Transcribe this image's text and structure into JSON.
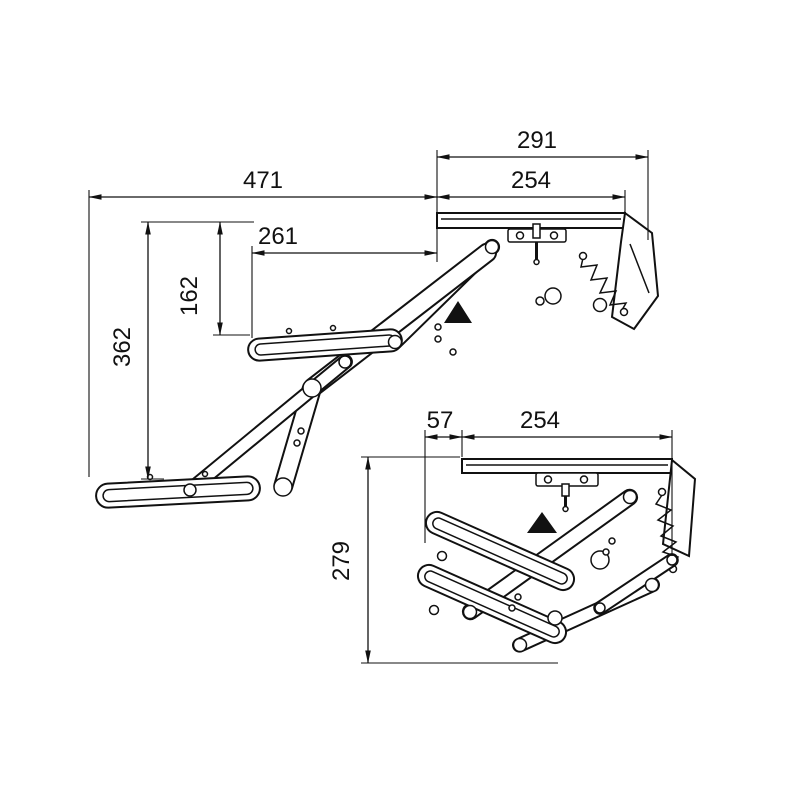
{
  "drawing": {
    "type": "technical-drawing",
    "subject": "folding double-step mechanism, extended view and folded view",
    "line_color": "#111111",
    "background_color": "#ffffff"
  },
  "dimensions": {
    "extended": {
      "bracket_outer_width": "291",
      "mounting_plate_width": "254",
      "overall_reach": "471",
      "upper_step_reach": "261",
      "upper_step_drop": "162",
      "lower_step_drop": "362"
    },
    "folded": {
      "front_overhang": "57",
      "mounting_plate_width": "254",
      "folded_height": "279"
    }
  }
}
